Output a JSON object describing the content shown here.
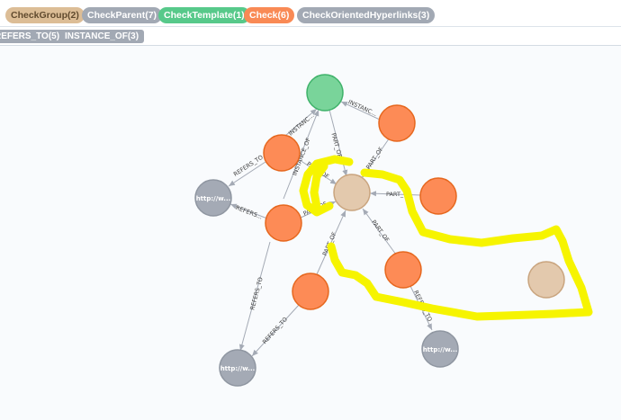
{
  "legend": {
    "node_labels": [
      {
        "name": "CheckGroup",
        "count": "(2)",
        "bg": "#dcbd96",
        "fg": "#604a2e"
      },
      {
        "name": "CheckParent",
        "count": "(7)",
        "bg": "#a2a9b4",
        "fg": "#ffffff"
      },
      {
        "name": "CheckTemplate",
        "count": "(1)",
        "bg": "#57c98a",
        "fg": "#ffffff"
      },
      {
        "name": "Check",
        "count": "(6)",
        "bg": "#f98a55",
        "fg": "#ffffff"
      },
      {
        "name": "CheckOrientedHyperlinks",
        "count": "(3)",
        "bg": "#a2a9b4",
        "fg": "#ffffff"
      }
    ],
    "relationship_types": [
      {
        "name": "REFERS_TO",
        "count": "(5)",
        "bg": "#a2a9b4",
        "fg": "#ffffff"
      },
      {
        "name": "INSTANCE_OF",
        "count": "(3)",
        "bg": "#a2a9b4",
        "fg": "#ffffff"
      }
    ]
  },
  "colors": {
    "check": "#fd8b56",
    "check_stroke": "#e6671e",
    "template": "#79d49a",
    "template_stroke": "#3fb26a",
    "group": "#e3c9ad",
    "group_stroke": "#c9a47e",
    "hyperlink": "#a4aab5",
    "hyperlink_stroke": "#8f96a1",
    "edge": "#a4aab5",
    "highlight": "#f6f400"
  },
  "graph": {
    "hyperlink_caption": "http://w..."
  },
  "edge_labels": {
    "instance_1": "INSTANC...",
    "instance_2": "INSTANCE_OF",
    "instance_3": "INSTANC...",
    "part_of_template": "PART_OF",
    "part_of_1": "PART_OF",
    "part_of_2": "PART_OF",
    "part_of_3": "PART_OF",
    "part_of_4": "PART_OF",
    "part_of_5": "PART_OF",
    "part_of_6": "PART_OF",
    "refers_1": "REFERS_TO",
    "refers_2": "REFERS...",
    "refers_3": "REFERS_TO",
    "refers_4": "REFERS_TO",
    "refers_5": "REFERS_TO"
  }
}
